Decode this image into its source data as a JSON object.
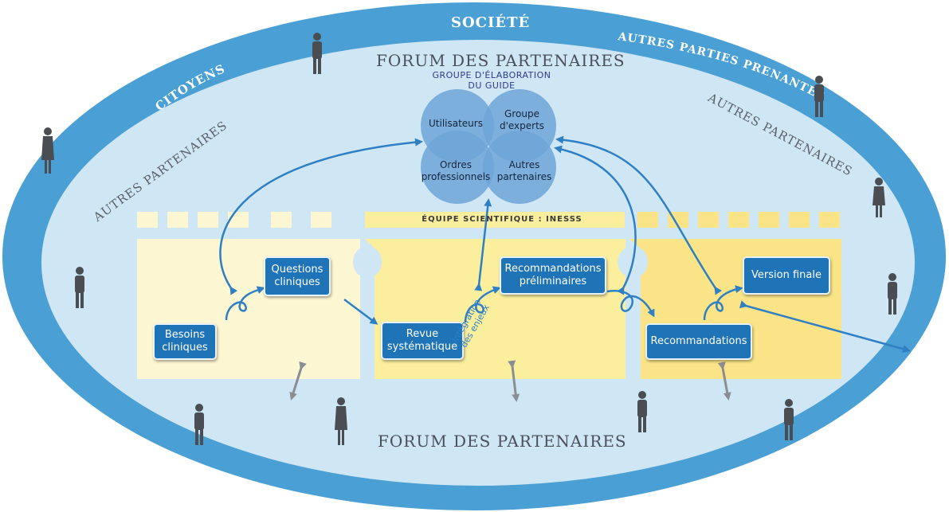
{
  "ring": {
    "societe": "SOCIÉTÉ",
    "citoyens": "CITOYENS",
    "autres_parties": "AUTRES PARTIES PRENANTES"
  },
  "forum_top": "FORUM DES PARTENAIRES",
  "forum_bottom": "FORUM DES PARTENAIRES",
  "autres_left": "AUTRES PARTENAIRES",
  "autres_right": "AUTRES PARTENAIRES",
  "groupe": {
    "title_line1": "GROUPE D'ÉLABORATION",
    "title_line2": "DU GUIDE",
    "circles": {
      "utilisateurs": "Utilisateurs",
      "experts_line1": "Groupe",
      "experts_line2": "d'experts",
      "ordres_line1": "Ordres",
      "ordres_line2": "professionnels",
      "autres_line1": "Autres",
      "autres_line2": "partenaires"
    }
  },
  "equipe": "ÉQUIPE SCIENTIFIQUE : INESSS",
  "steps": {
    "besoins": {
      "line1": "Besoins",
      "line2": "cliniques"
    },
    "questions": {
      "line1": "Questions",
      "line2": "cliniques"
    },
    "revue": {
      "line1": "Revue",
      "line2": "systématique"
    },
    "recos_prelim": {
      "line1": "Recommandations",
      "line2": "préliminaires"
    },
    "recommandations": {
      "line1": "Recommandations"
    },
    "version_finale": {
      "line1": "Version finale"
    }
  },
  "integration": {
    "line1": "Intégration",
    "line2": "des enjeux"
  },
  "colors": {
    "ring": "#4a9fd4",
    "inner": "#cfe6f5",
    "box": "#1f74b8",
    "arrow": "#2e7fc4",
    "strip_light": "#fcf6d2",
    "strip_mid": "#fbef9e",
    "strip_dark": "#fae487",
    "circle": "#6fa5d8",
    "person": "#4a4d52"
  }
}
